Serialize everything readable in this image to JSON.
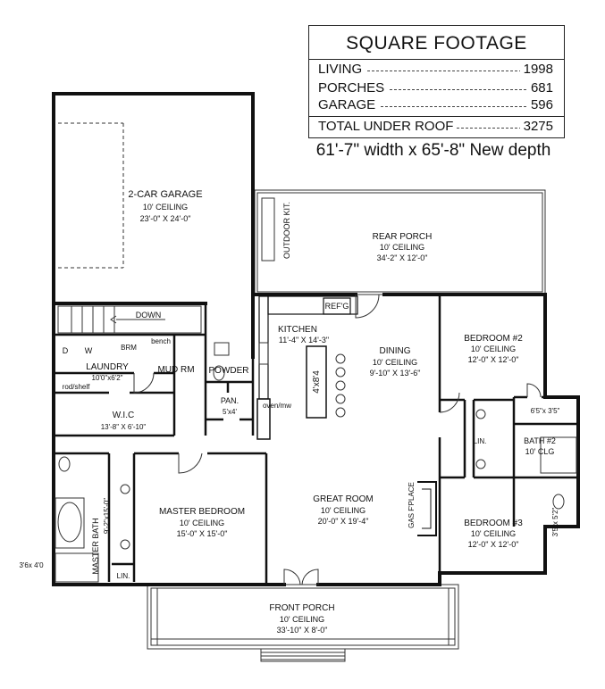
{
  "square_footage": {
    "title": "SQUARE FOOTAGE",
    "rows": [
      {
        "label": "LIVING",
        "value": "1998"
      },
      {
        "label": "PORCHES",
        "value": "681"
      },
      {
        "label": "GARAGE",
        "value": "596"
      }
    ],
    "total": {
      "label": "TOTAL UNDER ROOF",
      "value": "3275"
    }
  },
  "overall_dimensions": "61'-7\" width x 65'-8\" New depth",
  "rooms": {
    "garage": {
      "name": "2-CAR GARAGE",
      "ceiling": "10' CEILING",
      "size": "23'-0\" X 24'-0\""
    },
    "rear_porch": {
      "name": "REAR PORCH",
      "ceiling": "10' CEILING",
      "size": "34'-2\" X 12'-0\""
    },
    "outdoor_kit": {
      "name": "OUTDOOR KIT."
    },
    "refg": {
      "name": "REF'G"
    },
    "down": {
      "name": "DOWN"
    },
    "kitchen": {
      "name": "KITCHEN",
      "size": "11'-4\" X 14'-3\""
    },
    "island": {
      "name": "4'x8'4"
    },
    "dining": {
      "name": "DINING",
      "ceiling": "10' CEILING",
      "size": "9'-10\" X 13'-6\""
    },
    "bedroom2": {
      "name": "BEDROOM #2",
      "ceiling": "10' CEILING",
      "size": "12'-0\" X 12'-0\""
    },
    "laundry": {
      "name": "LAUNDRY",
      "size": "10'0\"x6'2\""
    },
    "washer": {
      "name": "W"
    },
    "dryer": {
      "name": "D"
    },
    "brm": {
      "name": "BRM"
    },
    "bench": {
      "name": "bench"
    },
    "mud_rm": {
      "name": "MUD RM"
    },
    "powder": {
      "name": "POWDER"
    },
    "rod_shelf": {
      "name": "rod/shelf"
    },
    "wic": {
      "name": "W.I.C",
      "size": "13'-8\" X 6'-10\""
    },
    "pantry": {
      "name": "PAN.",
      "size": "5'x4'"
    },
    "oven": {
      "name": "oven/mw"
    },
    "closet_65": {
      "name": "6'5\"x 3'5\""
    },
    "lin_hall": {
      "name": "LIN."
    },
    "bath2": {
      "name": "BATH #2",
      "ceiling": "10' CLG"
    },
    "closet_35": {
      "name": "3'5\"x 5'2\""
    },
    "master_bath": {
      "name": "MASTER BATH",
      "size": "9'-2\"x15'-0\""
    },
    "master_bedroom": {
      "name": "MASTER BEDROOM",
      "ceiling": "10' CEILING",
      "size": "15'-0\" X 15'-0\""
    },
    "great_room": {
      "name": "GREAT ROOM",
      "ceiling": "10' CEILING",
      "size": "20'-0\" X 19'-4\""
    },
    "gas_fplace": {
      "name": "GAS F'PLACE"
    },
    "bedroom3": {
      "name": "BEDROOM #3",
      "ceiling": "10' CEILING",
      "size": "12'-0\" X 12'-0\""
    },
    "shower": {
      "name": "3'6x 4'0"
    },
    "lin_master": {
      "name": "LIN."
    },
    "front_porch": {
      "name": "FRONT PORCH",
      "ceiling": "10' CEILING",
      "size": "33'-10\" X 8'-0\""
    }
  }
}
